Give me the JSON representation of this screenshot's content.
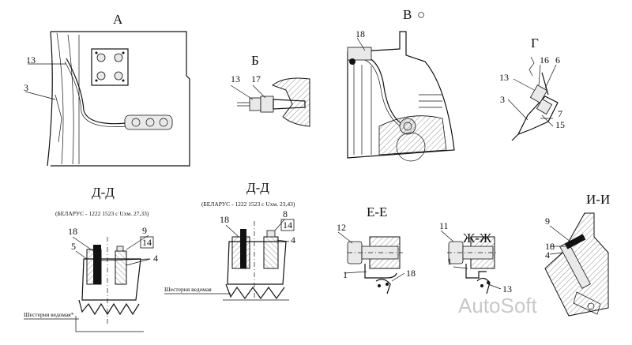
{
  "views": {
    "a": {
      "title": "А",
      "callouts": [
        "13",
        "3"
      ]
    },
    "b": {
      "title": "Б",
      "callouts": [
        "13",
        "17"
      ]
    },
    "v": {
      "title": "В",
      "symbol": "○",
      "callouts": [
        "18"
      ]
    },
    "g": {
      "title": "Г",
      "callouts": [
        "16",
        "6",
        "13",
        "3",
        "7",
        "15"
      ]
    },
    "dd1": {
      "title": "Д-Д",
      "note": "(БЕЛАРУС - 1222 1523 с Uхм.     27,33)",
      "callouts": [
        "18",
        "9",
        "14",
        "5",
        "4"
      ],
      "caption": "Шестерня ведомая*"
    },
    "dd2": {
      "title": "Д-Д",
      "note": "(БЕЛАРУС - 1222 1523 с Uхм.     23,43)",
      "callouts": [
        "18",
        "8",
        "14",
        "4"
      ],
      "caption": "Шестерня ведомая"
    },
    "ee": {
      "title": "Е-Е",
      "callouts": [
        "12",
        "1",
        "18"
      ]
    },
    "zhzh": {
      "title": "Ж-Ж",
      "callouts": [
        "11",
        "1",
        "13"
      ]
    },
    "ii": {
      "title": "И-И",
      "callouts": [
        "9",
        "18",
        "4"
      ]
    }
  },
  "watermark": "AutoSoft"
}
